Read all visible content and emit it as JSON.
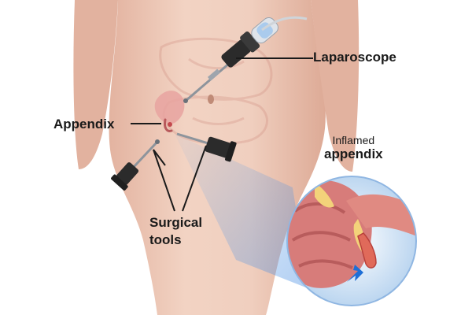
{
  "labels": {
    "laparoscope": "Laparoscope",
    "appendix": "Appendix",
    "surgical_tools_line1": "Surgical",
    "surgical_tools_line2": "tools",
    "inflamed_line1": "Inflamed",
    "inflamed_line2": "appendix"
  },
  "icons": {
    "pointer_arrow": "blue-arrow-icon"
  },
  "colors": {
    "skin": "#eec9b7",
    "skin_shadow": "#dba792",
    "organ_pink": "#e3a2a2",
    "intestine_red": "#c65a5d",
    "tool_dark": "#2b2b2b",
    "tool_steel": "#9ea5ad",
    "lens_blue": "#9cc4ee",
    "arrow_blue": "#1f6fd6",
    "label_text": "#1a1a1a"
  }
}
